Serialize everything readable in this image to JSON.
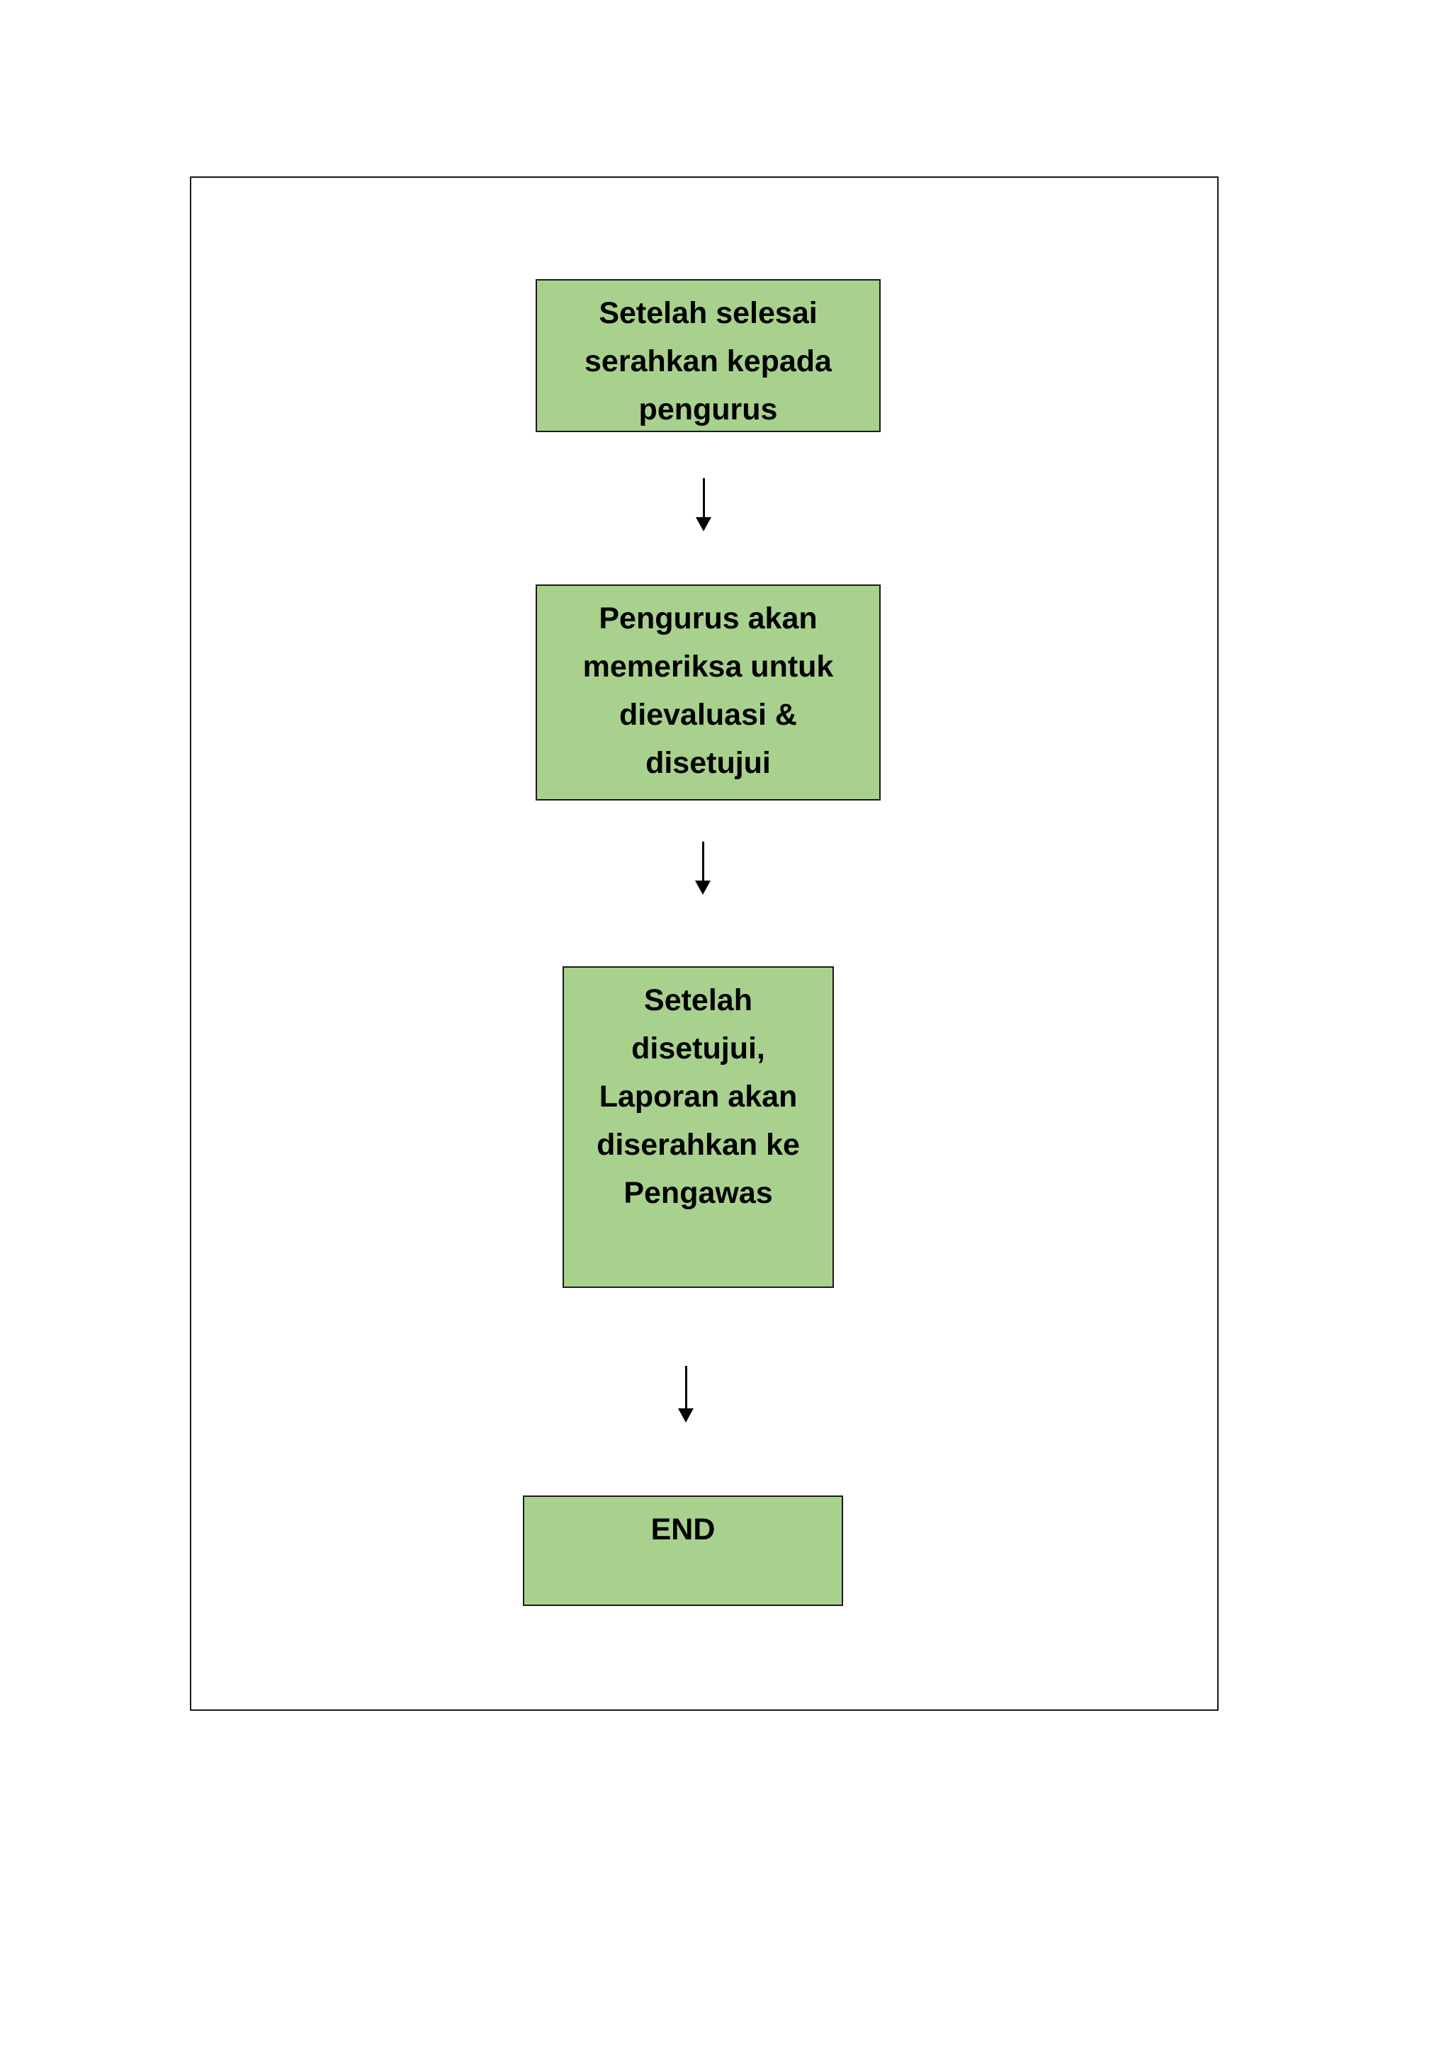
{
  "colors": {
    "box_fill": "#a9d18e",
    "border": "#1a1a1a",
    "text": "#000000"
  },
  "flowchart": {
    "steps": [
      {
        "lines": [
          "Setelah selesai",
          "serahkan kepada",
          "pengurus"
        ]
      },
      {
        "lines": [
          "Pengurus akan",
          "memeriksa untuk",
          "dievaluasi &",
          "disetujui"
        ]
      },
      {
        "lines": [
          "Setelah",
          "disetujui,",
          "Laporan akan",
          "diserahkan ke",
          "Pengawas"
        ]
      },
      {
        "lines": [
          "END"
        ]
      }
    ]
  }
}
